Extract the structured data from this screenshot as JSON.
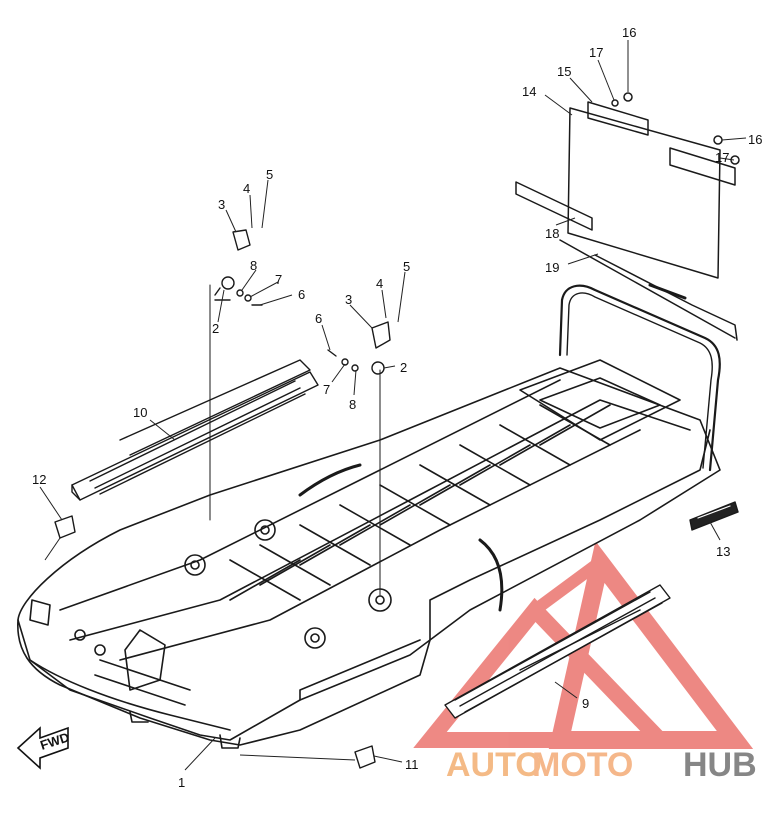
{
  "callouts": [
    {
      "id": "c1",
      "label": "1"
    },
    {
      "id": "c2a",
      "label": "2"
    },
    {
      "id": "c2b",
      "label": "2"
    },
    {
      "id": "c3a",
      "label": "3"
    },
    {
      "id": "c3b",
      "label": "3"
    },
    {
      "id": "c4a",
      "label": "4"
    },
    {
      "id": "c4b",
      "label": "4"
    },
    {
      "id": "c5a",
      "label": "5"
    },
    {
      "id": "c5b",
      "label": "5"
    },
    {
      "id": "c6a",
      "label": "6"
    },
    {
      "id": "c6b",
      "label": "6"
    },
    {
      "id": "c7a",
      "label": "7"
    },
    {
      "id": "c7b",
      "label": "7"
    },
    {
      "id": "c8a",
      "label": "8"
    },
    {
      "id": "c8b",
      "label": "8"
    },
    {
      "id": "c9",
      "label": "9"
    },
    {
      "id": "c10",
      "label": "10"
    },
    {
      "id": "c11",
      "label": "11"
    },
    {
      "id": "c12",
      "label": "12"
    },
    {
      "id": "c13",
      "label": "13"
    },
    {
      "id": "c14",
      "label": "14"
    },
    {
      "id": "c15",
      "label": "15"
    },
    {
      "id": "c16a",
      "label": "16"
    },
    {
      "id": "c16b",
      "label": "16"
    },
    {
      "id": "c17a",
      "label": "17"
    },
    {
      "id": "c17b",
      "label": "17"
    },
    {
      "id": "c18",
      "label": "18"
    },
    {
      "id": "c19",
      "label": "19"
    }
  ],
  "fwd_arrow": {
    "label": "FWD"
  },
  "watermark": {
    "part1": "AUTO",
    "part2": "MOTO",
    "part3": "HUB",
    "colors": {
      "auto": "#f3b37a",
      "moto": "#f4b07e",
      "hub": "#7a7a7a",
      "logo": "#e0281f"
    }
  }
}
